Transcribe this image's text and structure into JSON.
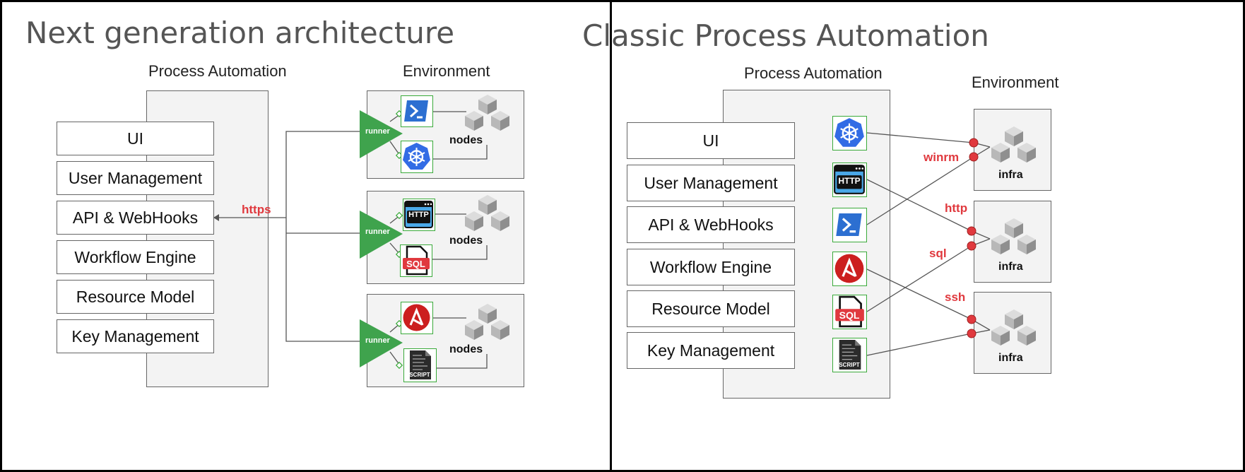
{
  "left": {
    "title": "Next generation architecture",
    "process_automation": "Process Automation",
    "environment": "Environment",
    "components": [
      "UI",
      "User Management",
      "API & WebHooks",
      "Workflow Engine",
      "Resource Model",
      "Key Management"
    ],
    "link_label": "https",
    "runner_label": "runner",
    "nodes_label": "nodes",
    "groups": [
      {
        "icons": [
          "powershell-icon",
          "kubernetes-icon"
        ]
      },
      {
        "icons": [
          "http-icon",
          "sql-icon"
        ]
      },
      {
        "icons": [
          "ansible-icon",
          "script-icon"
        ]
      }
    ]
  },
  "right": {
    "title": "Classic Process Automation",
    "process_automation": "Process Automation",
    "environment": "Environment",
    "components": [
      "UI",
      "User Management",
      "API & WebHooks",
      "Workflow Engine",
      "Resource Model",
      "Key Management"
    ],
    "icons": [
      "kubernetes-icon",
      "http-icon",
      "powershell-icon",
      "ansible-icon",
      "sql-icon",
      "script-icon"
    ],
    "infra_label": "infra",
    "protocols": [
      "winrm",
      "http",
      "sql",
      "ssh"
    ]
  },
  "icon_text": {
    "http": "HTTP",
    "sql": "SQL",
    "script": "SCRIPT"
  },
  "colors": {
    "runner": "#3fa34d",
    "link": "#e0393e",
    "k8s": "#326ce5",
    "ps": "#2c6fd1",
    "ansible": "#cc1f1f",
    "http_bg": "#4aa8e8"
  }
}
